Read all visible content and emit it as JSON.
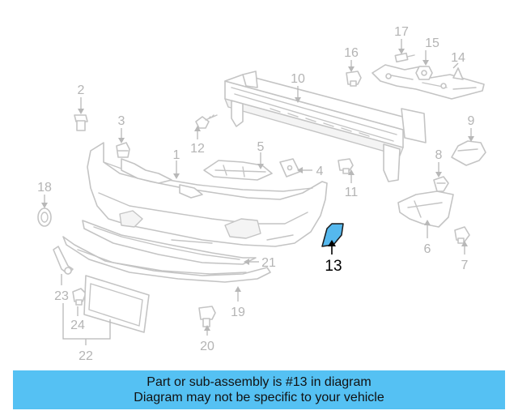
{
  "diagram": {
    "highlighted_part": "13",
    "colors": {
      "highlight": "#55b8ee",
      "banner": "#55c1f3",
      "lines": "#c4c4c4"
    },
    "callouts": {
      "c1": "1",
      "c2": "2",
      "c3": "3",
      "c4": "4",
      "c5": "5",
      "c6": "6",
      "c7": "7",
      "c8": "8",
      "c9": "9",
      "c10": "10",
      "c11": "11",
      "c12": "12",
      "c13": "13",
      "c14": "14",
      "c15": "15",
      "c16": "16",
      "c17": "17",
      "c18": "18",
      "c19": "19",
      "c20": "20",
      "c21": "21",
      "c22": "22",
      "c23": "23",
      "c24": "24"
    }
  },
  "banner": {
    "line1": "Part or sub-assembly is #13 in diagram",
    "line2": "Diagram may not be specific to your vehicle"
  }
}
